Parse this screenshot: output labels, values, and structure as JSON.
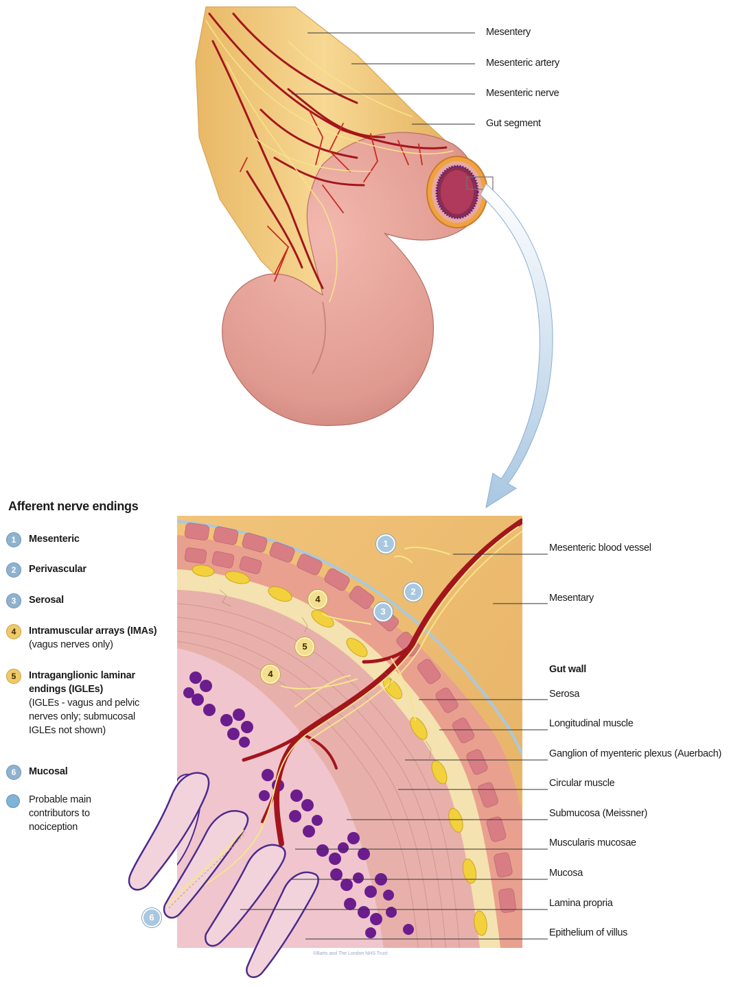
{
  "top_labels": {
    "mesentery": "Mesentery",
    "mesenteric_artery": "Mesenteric artery",
    "mesenteric_nerve": "Mesenteric nerve",
    "gut_segment": "Gut segment"
  },
  "legend": {
    "title": "Afferent nerve endings",
    "items": [
      {
        "number": "1",
        "label": "Mesenteric",
        "detail": "",
        "color": "blue"
      },
      {
        "number": "2",
        "label": "Perivascular",
        "detail": "",
        "color": "blue"
      },
      {
        "number": "3",
        "label": "Serosal",
        "detail": "",
        "color": "blue"
      },
      {
        "number": "4",
        "label": "Intramuscular arrays (IMAs)",
        "detail": "(vagus nerves only)",
        "color": "yellow"
      },
      {
        "number": "5",
        "label": "Intraganglionic laminar endings (IGLEs)",
        "detail": "(IGLEs - vagus and pelvic nerves only; submucosal IGLEs not shown)",
        "color": "yellow"
      },
      {
        "number": "6",
        "label": "Mucosal",
        "detail": "",
        "color": "blue"
      }
    ],
    "probable_note": "Probable main contributors to nociception"
  },
  "section_labels": {
    "mesenteric_blood_vessel": "Mesenteric blood vessel",
    "mesentary": "Mesentary",
    "gut_wall": "Gut wall",
    "serosa": "Serosa",
    "longitudinal_muscle": "Longitudinal muscle",
    "ganglion": "Ganglion of myenteric plexus (Auerbach)",
    "circular_muscle": "Circular muscle",
    "submucosa": "Submucosa (Meissner)",
    "muscularis_mucosae": "Muscularis mucosae",
    "mucosa": "Mucosa",
    "lamina_propria": "Lamina propria",
    "epithelium": "Epithelium of villus"
  },
  "markers": [
    "1",
    "2",
    "3",
    "4",
    "5",
    "4",
    "6"
  ],
  "credit": "©Barts and The London NHS Trust",
  "colors": {
    "mesentery": "#f1c779",
    "gut": "#e7a39a",
    "artery": "#b8141c",
    "nerve": "#f6e58a",
    "muscle": "#de8b8b",
    "mucosa_cells": "#6b1d8e",
    "arrow": "#c9dcec"
  }
}
